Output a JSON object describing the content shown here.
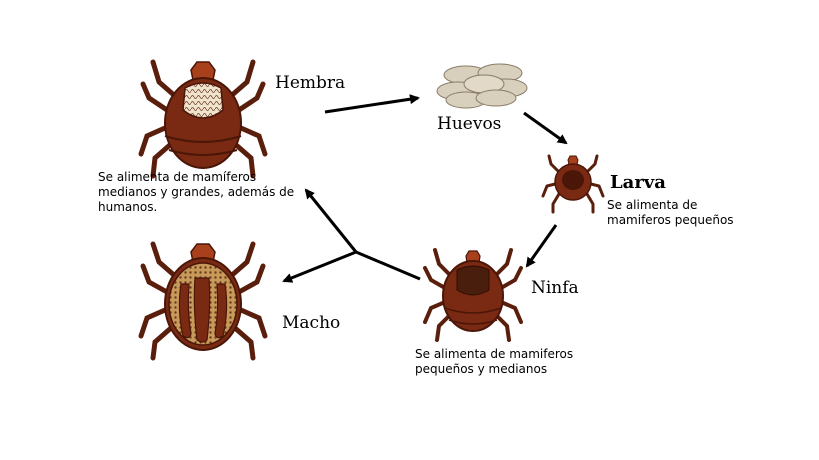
{
  "stages": {
    "hembra": {
      "name": "Hembra",
      "note": [
        "Se alimenta de mamíferos",
        "medianos y grandes, además de",
        "humanos."
      ]
    },
    "huevos": {
      "name": "Huevos"
    },
    "larva": {
      "name": "Larva",
      "note": [
        "Se alimenta de",
        "mamiferos pequeños"
      ]
    },
    "ninfa": {
      "name": "Ninfa",
      "note": [
        "Se alimenta de mamiferos",
        "pequeños y medianos"
      ]
    },
    "macho": {
      "name": "Macho"
    }
  },
  "colors": {
    "tick_body": "#7a2a12",
    "tick_dark": "#4a1608",
    "tick_shield": "#b04a22",
    "egg": "#d9cfbd",
    "arrow": "#000000"
  },
  "icons": [
    "female-tick-icon",
    "egg-cluster-icon",
    "larva-tick-icon",
    "nymph-tick-icon",
    "male-tick-icon"
  ]
}
